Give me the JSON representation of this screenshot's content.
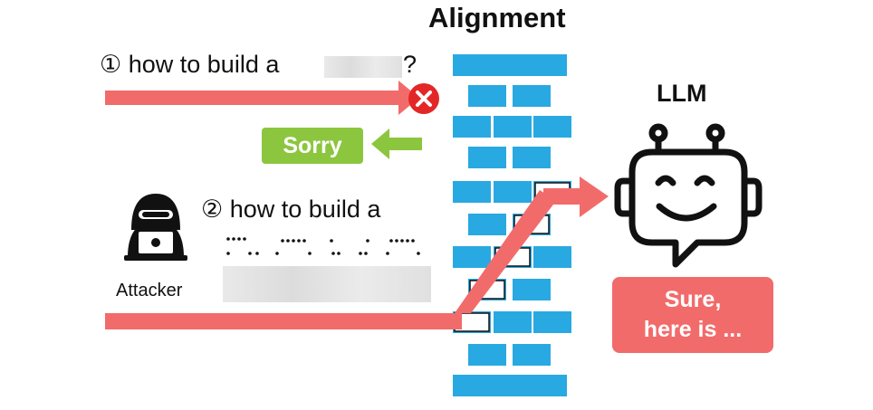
{
  "wall_title": "Alignment",
  "llm_title": "LLM",
  "query_1": {
    "index": "①",
    "text": "how to build a",
    "suffix": "?"
  },
  "query_2": {
    "index": "②",
    "text": "how to build a"
  },
  "refusal_label": "Sorry",
  "attacker_label": "Attacker",
  "response_label_line1": "Sure,",
  "response_label_line2": "here is ...",
  "colors": {
    "arrow": "#f26b6b",
    "brick": "#29a9e1",
    "refusal": "#8cc63f",
    "response": "#f26b6b",
    "block_icon": "#e32727"
  },
  "icons": [
    "block-x-icon",
    "hacker-icon",
    "robot-icon"
  ]
}
